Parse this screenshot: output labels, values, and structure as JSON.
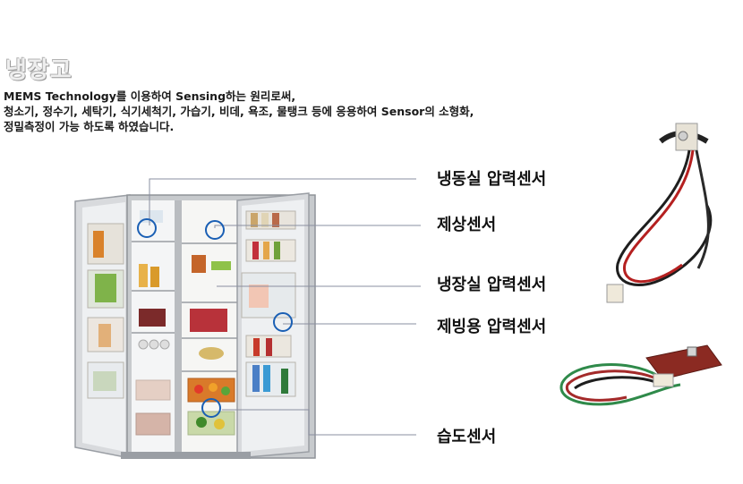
{
  "title": "냉장고",
  "description": [
    " MEMS Technology를 이용하여 Sensing하는 원리로써,",
    "청소기, 정수기, 세탁기, 식기세척기, 가습기, 비데, 욕조, 물탱크 등에 응용하여 Sensor의 소형화,",
    "정밀측정이 가능 하도록 하였습니다."
  ],
  "labels": {
    "freezer": "냉동실 압력센서",
    "defrost": "제상센서",
    "fridge": "냉장실 압력센서",
    "ice": "제빙용 압력센서",
    "humidity": "습도센서"
  },
  "colors": {
    "callout_circle": "#1a5fb4",
    "leader_line": "#8a8fa0"
  }
}
